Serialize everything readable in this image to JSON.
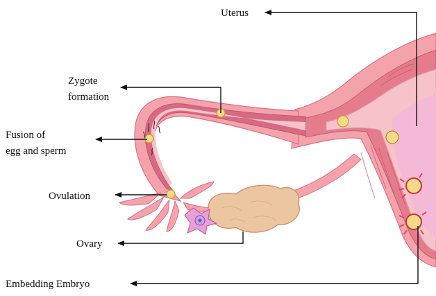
{
  "labels": {
    "uterus": "Uterus",
    "zygote_line1": "Zygote",
    "zygote_line2": "formation",
    "fusion_line1": "Fusion of",
    "fusion_line2": "egg and sperm",
    "ovulation": "Ovulation",
    "ovary": "Ovary",
    "embedding": "Embedding Embryo"
  },
  "colors": {
    "tissue_outer": "#f4a3ad",
    "tissue_mid": "#e97e8f",
    "lumen": "#f7c3c8",
    "muscle": "#d45f75",
    "inner_lining": "#f3b7d8",
    "ovary": "#ecc6a0",
    "ovary_outline": "#c99470",
    "cell": "#f4d98a",
    "cell_outline": "#c99a2e",
    "embryo": "#d6456c",
    "arrow": "#111111"
  }
}
